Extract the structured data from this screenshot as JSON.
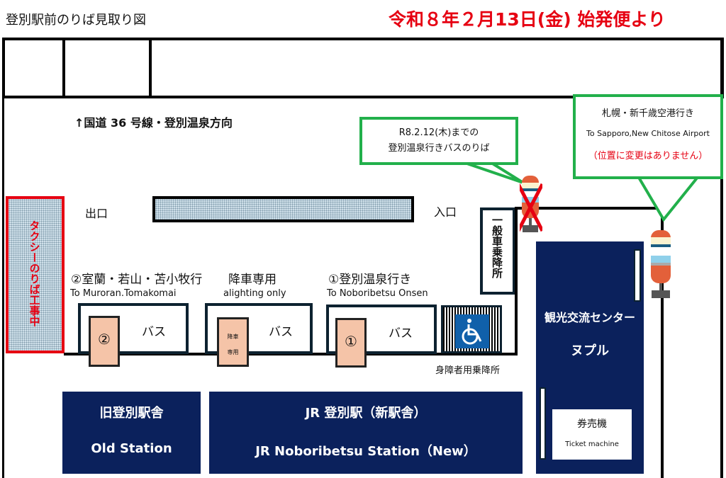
{
  "header": {
    "title": "登別駅前のりば見取り図",
    "effective_date": "令和８年２月13日(金)  始発便より"
  },
  "map": {
    "direction": "↑国道 36 号線・登別温泉方向",
    "exit": "出口",
    "entrance": "入口",
    "taxi": "タクシーのりば工事中",
    "general_car": "一般車乗降所",
    "old_callout": {
      "line1": "R8.2.12(木)までの",
      "line2": "登別温泉行きバスのりば"
    },
    "sapporo_callout": {
      "jp": "札幌・新千歳空港行き",
      "en": "To Sapporo,New Chitose Airport",
      "note": "（位置に変更はありません）"
    },
    "stops": [
      {
        "jp": "②室蘭・若山・苫小牧行",
        "en": "To Muroran.Tomakomai",
        "post": "②",
        "bus": "バス"
      },
      {
        "jp": "降車専用",
        "en": "alighting only",
        "post1": "降車",
        "post2": "専用",
        "bus": "バス"
      },
      {
        "jp": "①登別温泉行き",
        "en": "To Noboribetsu Onsen",
        "post": "①",
        "bus": "バス"
      }
    ],
    "accessible": "身障者用乗降所",
    "old_station": {
      "jp": "旧登別駅舎",
      "en": "Old Station"
    },
    "jr_station": {
      "jp": "JR 登別駅（新駅舎）",
      "en": "JR Noboribetsu Station（New）"
    },
    "center": {
      "line1": "観光交流センター",
      "line2": "ヌプル"
    },
    "ticket": {
      "jp": "券売機",
      "en": "Ticket machine"
    }
  },
  "colors": {
    "navy": "#0b215c",
    "red": "#e60012",
    "green": "#22b04b"
  }
}
